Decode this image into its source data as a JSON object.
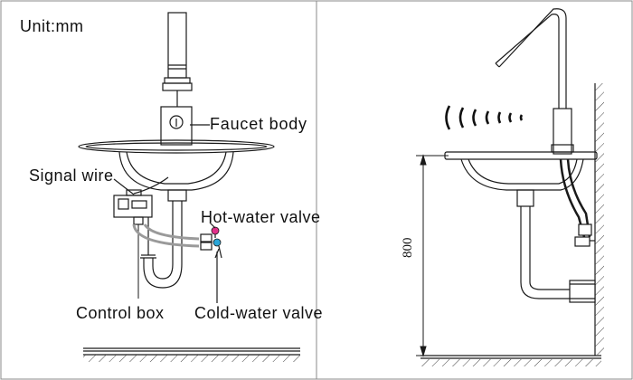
{
  "labels": {
    "unit": "Unit:mm",
    "faucet_body": "Faucet body",
    "signal_wire": "Signal wire",
    "hot_water_valve": "Hot-water valve",
    "control_box": "Control box",
    "cold_water_valve": "Cold-water valve"
  },
  "dimension": {
    "height_value": "800"
  },
  "colors": {
    "line": "#1a1a1a",
    "hot_marker": "#e0308a",
    "cold_marker": "#2aa6d8",
    "hose": "#9a9a9a"
  }
}
